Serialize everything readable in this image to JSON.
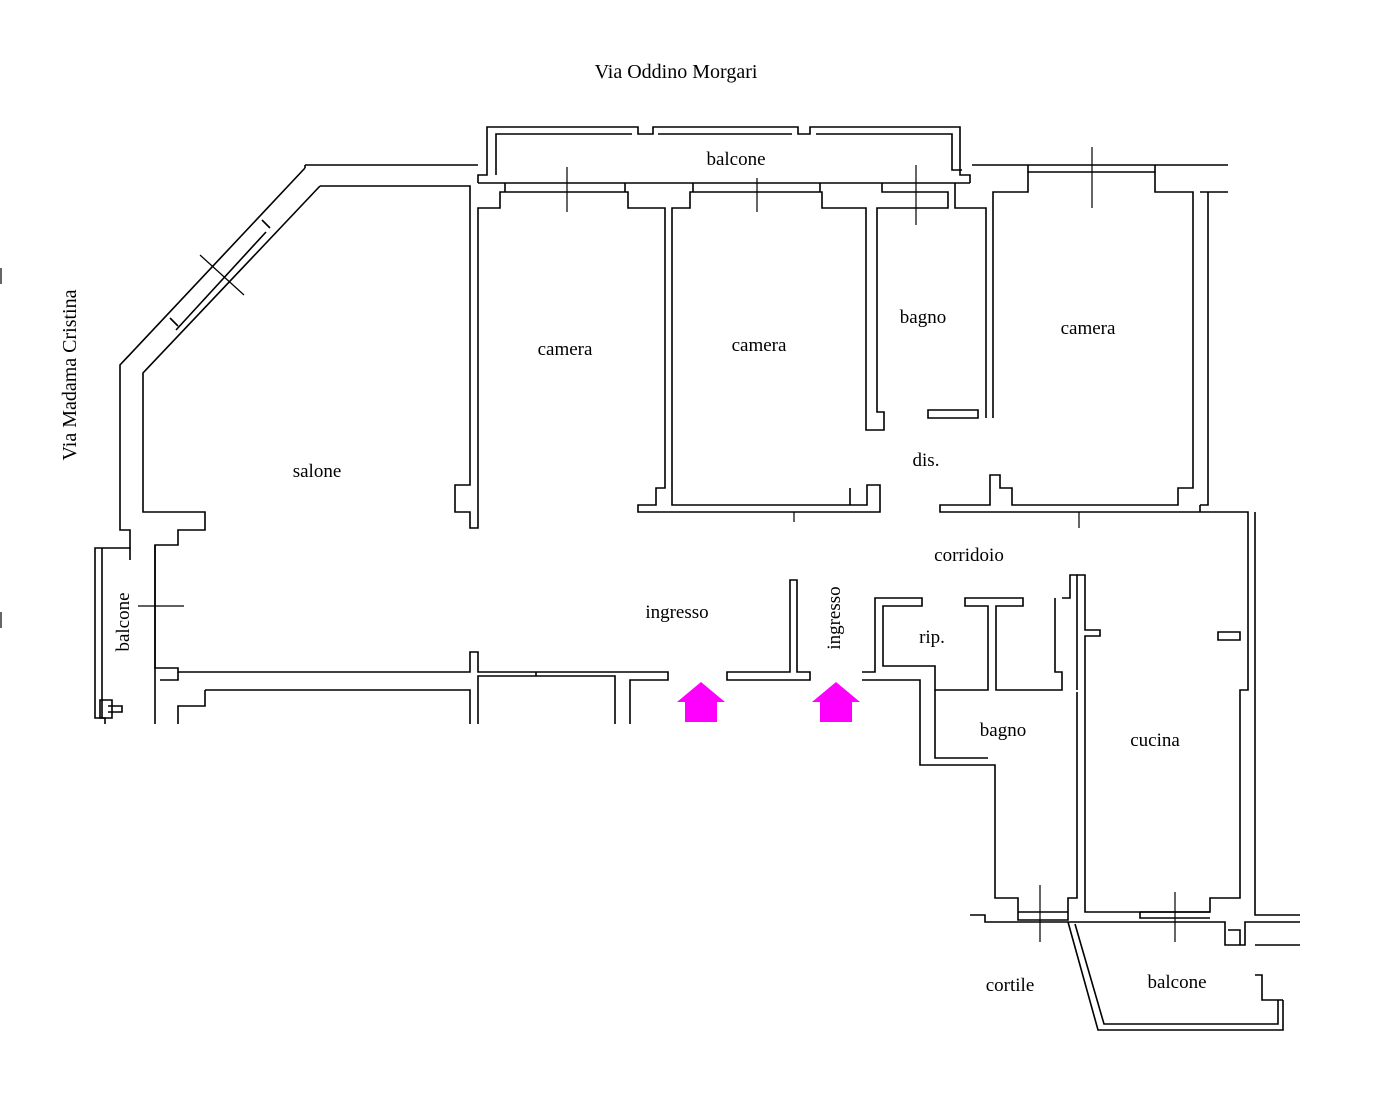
{
  "streets": {
    "north": "Via Oddino Morgari",
    "west": "Via Madama Cristina"
  },
  "rooms": {
    "balcone_north": "balcone",
    "camera_1": "camera",
    "camera_2": "camera",
    "bagno_1": "bagno",
    "camera_3": "camera",
    "salone": "salone",
    "dis": "dis.",
    "corridoio": "corridoio",
    "ingresso_1": "ingresso",
    "ingresso_2": "ingresso",
    "rip": "rip.",
    "balcone_west": "balcone",
    "bagno_2": "bagno",
    "cucina": "cucina",
    "cortile": "cortile",
    "balcone_south": "balcone"
  },
  "colors": {
    "entrance_arrow": "#ff00ff",
    "wall": "#000000",
    "background": "#ffffff"
  },
  "icons": {
    "entrance": "entrance-arrow-icon"
  }
}
